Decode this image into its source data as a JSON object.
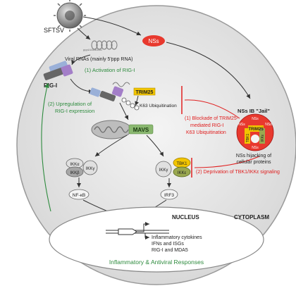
{
  "virus": {
    "label": "SFTSV"
  },
  "viral_rna": {
    "line1": "Viral  RNAs (mainly 5'ppp RNA)",
    "seq_label": "pppUUUUUUU"
  },
  "nss": {
    "label": "NSs"
  },
  "rigi": {
    "label": "RIG-I"
  },
  "step1": {
    "label": "(1) Activation of RIG-I"
  },
  "step2": {
    "line1": "(2) Upregulation of",
    "line2": "RIG-I expression"
  },
  "trim25": {
    "label": "TRIM25"
  },
  "k63": {
    "label": "K63 Ubiquitination"
  },
  "mavs": {
    "label": "MAVS"
  },
  "blockade": {
    "line1": "(1) Blockade of TRIM25-",
    "line2": "mediated RIG-I",
    "line3": "K63 Ubiquitination"
  },
  "jail": {
    "title": "NSs IB \"Jail\"",
    "trim25": "TRIM25",
    "tbk1": "TBK1",
    "ikke": "IKKε",
    "nss_small": "NSs",
    "caption1": "NSs hijacking of",
    "caption2": "cellular proteins"
  },
  "ikk_complex": {
    "alpha": "IKKα",
    "beta": "IKKβ",
    "gamma": "IKKγ"
  },
  "nfkb": {
    "label": "NF-κB"
  },
  "tbk_complex": {
    "tbk1": "TBK1",
    "gamma": "IKKγ",
    "epsilon": "IKKε"
  },
  "deprivation": {
    "label": "(2) Deprivation of TBK1/IKKε signaling"
  },
  "irf3": {
    "label": "IRF3"
  },
  "cytoplasm": {
    "label": "CYTOPLASM"
  },
  "nucleus": {
    "label": "NUCLEUS",
    "line1": "Inflammatory cytokines",
    "line2": "IFNs and ISGs",
    "line3": "RIG-I and MDA5",
    "response": "Inflammatory & Antiviral Responses"
  },
  "colors": {
    "green": "#2e8b3e",
    "red": "#e02020",
    "trim_yellow": "#f2c500",
    "mavs_green": "#8ab870"
  }
}
